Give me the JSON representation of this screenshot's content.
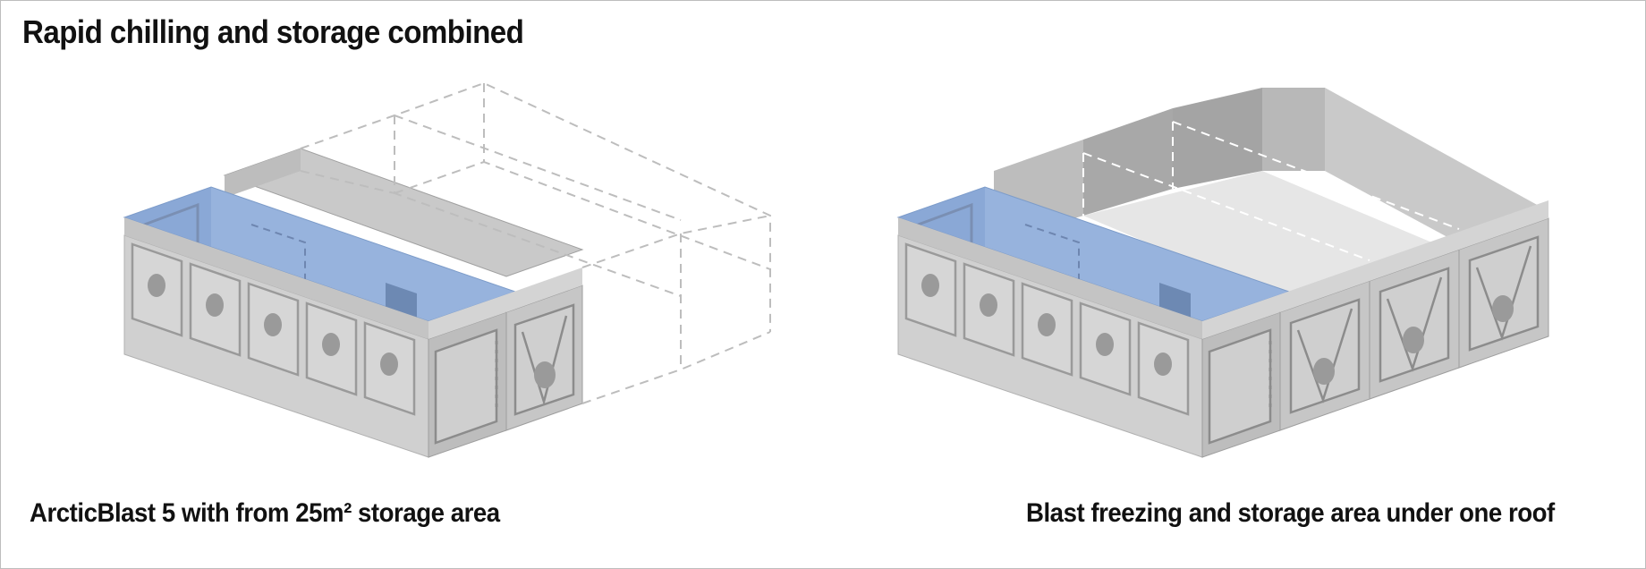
{
  "title": "Rapid chilling and storage combined",
  "left_caption": "ArcticBlast 5 with from 25m² storage area",
  "right_caption": "Blast freezing and storage area under one roof",
  "colors": {
    "panel_light": "#c9c9c9",
    "panel_front": "#d0d0d0",
    "panel_dark": "#a4a4a4",
    "floor_light": "#e6e6e6",
    "chiller_blue": "#97b3dd",
    "chiller_blue_dark": "#7495c4",
    "door_blue": "#6d89b3",
    "outline": "#8c8c8c",
    "dashed": "#bdbdbd",
    "text": "#111111"
  }
}
